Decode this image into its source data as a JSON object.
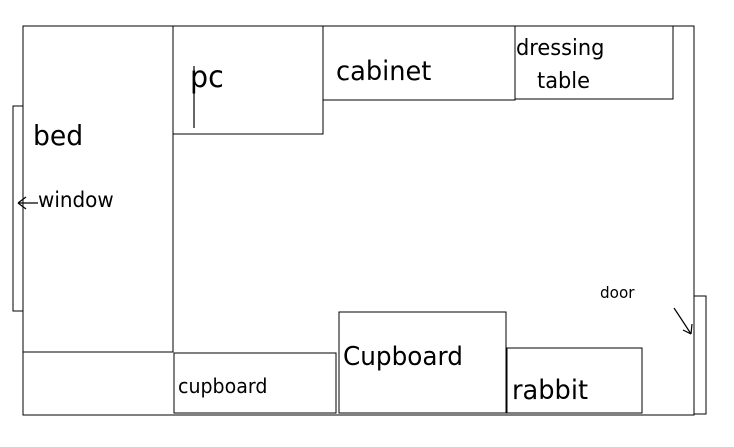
{
  "labels": {
    "bed": "bed",
    "window": "window",
    "pc": "pc",
    "cabinet": "cabinet",
    "dressing_table_line1": "dressing",
    "dressing_table_line2": "table",
    "door": "door",
    "cupboard_large": "Cupboard",
    "cupboard_small": "cupboard",
    "rabbit": "rabbit"
  },
  "colors": {
    "stroke": "#000000",
    "background": "#ffffff"
  }
}
